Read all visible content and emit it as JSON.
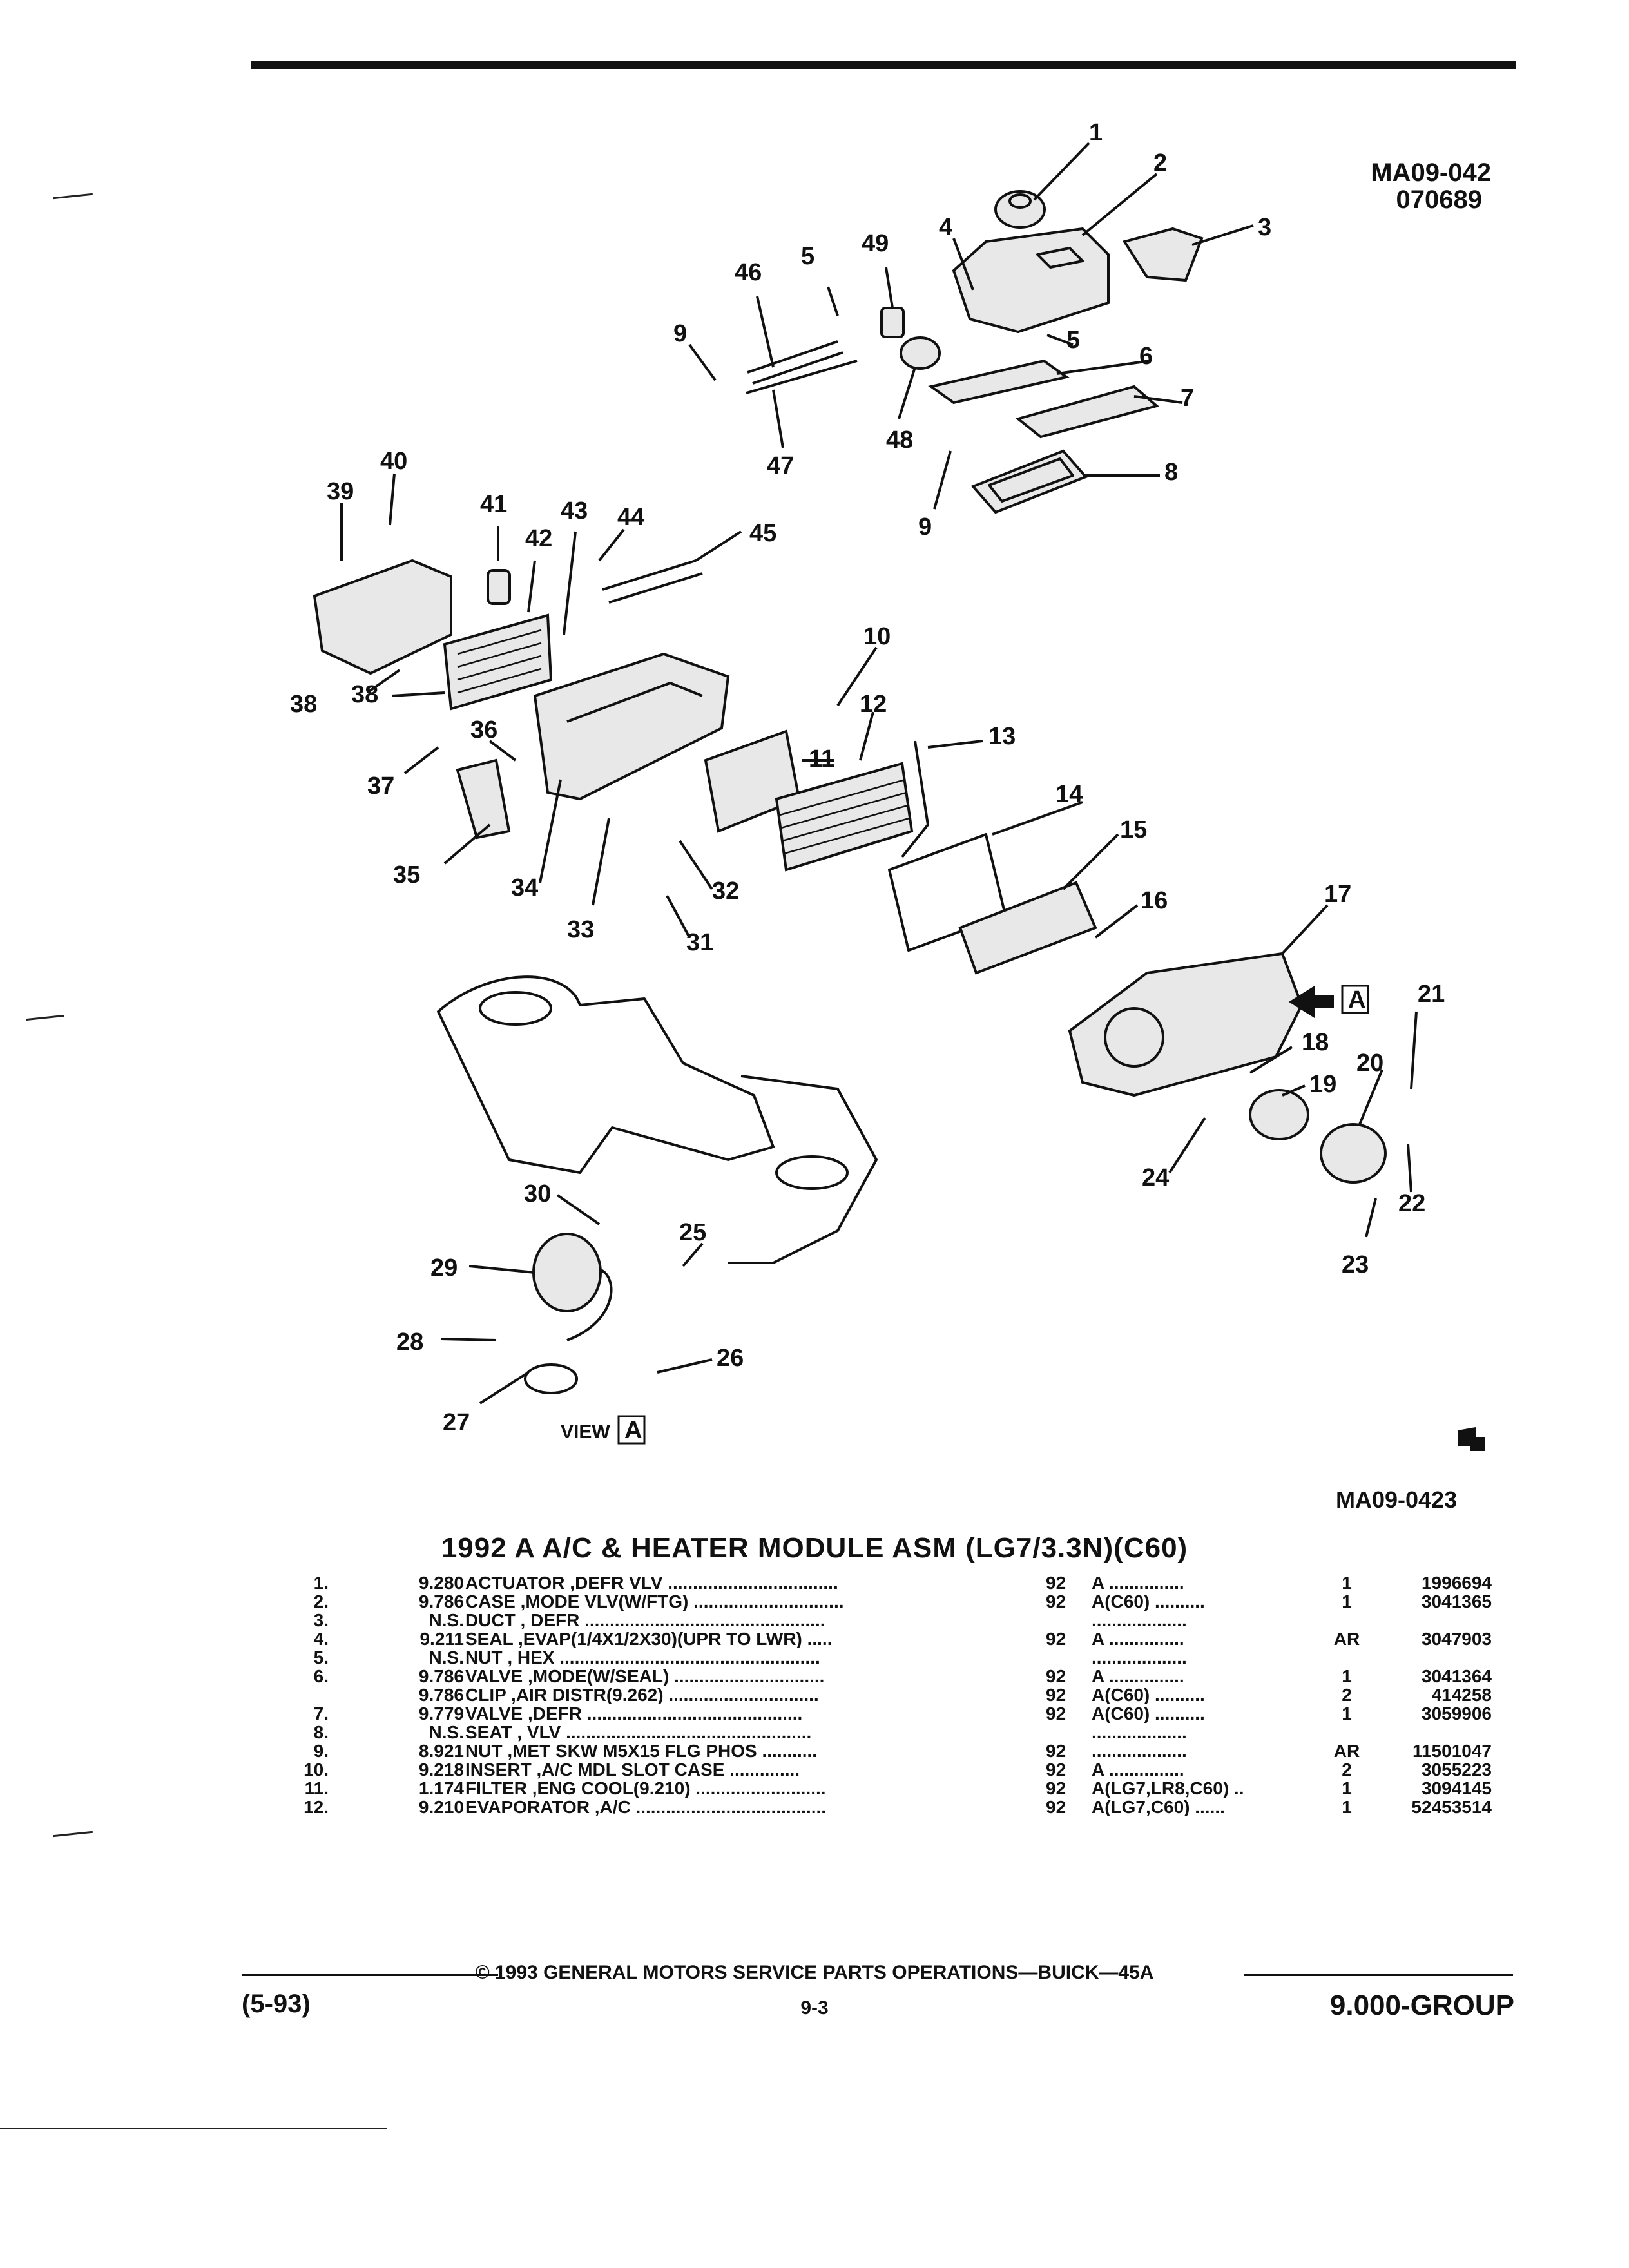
{
  "header": {
    "fig_code": "MA09-042",
    "fig_date": "070689"
  },
  "diagram": {
    "callouts": [
      "1",
      "2",
      "3",
      "4",
      "5",
      "5",
      "6",
      "7",
      "8",
      "9",
      "9",
      "10",
      "11",
      "12",
      "13",
      "14",
      "15",
      "16",
      "17",
      "18",
      "19",
      "20",
      "21",
      "22",
      "23",
      "24",
      "25",
      "26",
      "27",
      "28",
      "29",
      "30",
      "31",
      "32",
      "33",
      "34",
      "35",
      "36",
      "37",
      "38",
      "38",
      "39",
      "40",
      "41",
      "42",
      "43",
      "44",
      "45",
      "46",
      "47",
      "48",
      "49"
    ],
    "view_label": "VIEW",
    "view_letter": "A",
    "arrow_letter": "A",
    "figure_code": "MA09-0423"
  },
  "parts_list": {
    "title": "1992 A A/C & HEATER MODULE ASM (LG7/3.3N)(C60)",
    "rows": [
      {
        "num": "1.",
        "group": "9.280",
        "desc": "ACTUATOR ,DEFR VLV ..................................",
        "year": "92",
        "series": "A ...............",
        "qty": "1",
        "part": "1996694"
      },
      {
        "num": "2.",
        "group": "9.786",
        "desc": "CASE ,MODE VLV(W/FTG) ..............................",
        "year": "92",
        "series": "A(C60) ..........",
        "qty": "1",
        "part": "3041365"
      },
      {
        "num": "3.",
        "group": "N.S.",
        "desc": "DUCT , DEFR ................................................",
        "year": "",
        "series": "...................",
        "qty": "",
        "part": ""
      },
      {
        "num": "4.",
        "group": "9.211",
        "desc": "SEAL ,EVAP(1/4X1/2X30)(UPR TO LWR) .....",
        "year": "92",
        "series": "A ...............",
        "qty": "AR",
        "part": "3047903"
      },
      {
        "num": "5.",
        "group": "N.S.",
        "desc": "NUT , HEX ....................................................",
        "year": "",
        "series": "...................",
        "qty": "",
        "part": ""
      },
      {
        "num": "6.",
        "group": "9.786",
        "desc": "VALVE ,MODE(W/SEAL) ..............................",
        "year": "92",
        "series": "A ...............",
        "qty": "1",
        "part": "3041364"
      },
      {
        "num": "",
        "group": "9.786",
        "desc": "CLIP ,AIR DISTR(9.262) ..............................",
        "year": "92",
        "series": "A(C60) ..........",
        "qty": "2",
        "part": "414258"
      },
      {
        "num": "7.",
        "group": "9.779",
        "desc": "VALVE ,DEFR ...........................................",
        "year": "92",
        "series": "A(C60) ..........",
        "qty": "1",
        "part": "3059906"
      },
      {
        "num": "8.",
        "group": "N.S.",
        "desc": "SEAT , VLV .................................................",
        "year": "",
        "series": "...................",
        "qty": "",
        "part": ""
      },
      {
        "num": "9.",
        "group": "8.921",
        "desc": "NUT ,MET SKW M5X15 FLG PHOS ...........",
        "year": "92",
        "series": "...................",
        "qty": "AR",
        "part": "11501047"
      },
      {
        "num": "10.",
        "group": "9.218",
        "desc": "INSERT ,A/C MDL SLOT CASE ..............",
        "year": "92",
        "series": "A ...............",
        "qty": "2",
        "part": "3055223"
      },
      {
        "num": "11.",
        "group": "1.174",
        "desc": "FILTER ,ENG COOL(9.210) ..........................",
        "year": "92",
        "series": "A(LG7,LR8,C60) ..",
        "qty": "1",
        "part": "3094145"
      },
      {
        "num": "12.",
        "group": "9.210",
        "desc": "EVAPORATOR ,A/C ......................................",
        "year": "92",
        "series": "A(LG7,C60) ......",
        "qty": "1",
        "part": "52453514"
      }
    ]
  },
  "footer": {
    "copyright": "© 1993 GENERAL MOTORS SERVICE PARTS OPERATIONS—BUICK—45A",
    "date_code": "(5-93)",
    "page": "9-3",
    "group": "9.000-GROUP"
  }
}
